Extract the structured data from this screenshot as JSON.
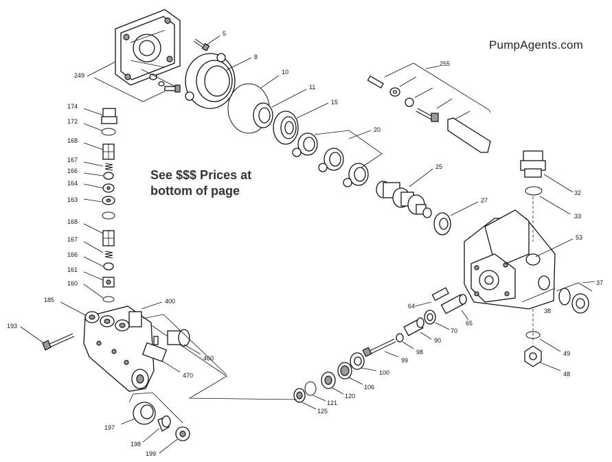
{
  "diagram": {
    "brand_text": "PumpAgents.com",
    "note_lines": [
      "See $$$ Prices at",
      "bottom of page"
    ],
    "callouts": {
      "p5": "5",
      "p8": "8",
      "p10": "10",
      "p11": "11",
      "p15": "15",
      "p20": "20",
      "p25": "25",
      "p27": "27",
      "p32": "32",
      "p33": "33",
      "p37": "37",
      "p38": "38",
      "p48": "48",
      "p49": "49",
      "p53": "53",
      "p64": "64",
      "p65": "65",
      "p70": "70",
      "p90": "90",
      "p98": "98",
      "p99": "99",
      "p100": "100",
      "p106": "106",
      "p120": "120",
      "p121": "121",
      "p125": "125",
      "p160": "160",
      "p161": "161",
      "p163": "163",
      "p164": "164",
      "p166a": "166",
      "p166b": "166",
      "p167a": "167",
      "p167b": "167",
      "p168a": "168",
      "p168b": "168",
      "p172": "172",
      "p174": "174",
      "p185": "185",
      "p193": "193",
      "p197": "197",
      "p198": "198",
      "p199": "199",
      "p249": "249",
      "p255": "255",
      "p400": "400",
      "p460": "460",
      "p470": "470"
    }
  }
}
